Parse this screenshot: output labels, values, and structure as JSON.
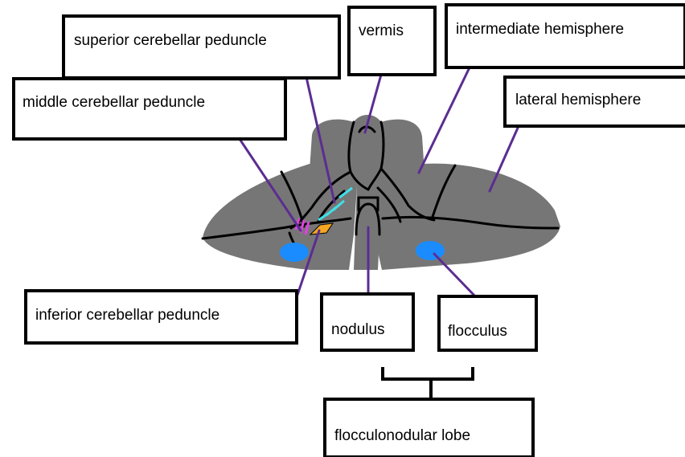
{
  "labels": {
    "superior_cerebellar_peduncle": "superior cerebellar peduncle",
    "vermis": "vermis",
    "intermediate_hemisphere": "intermediate hemisphere",
    "middle_cerebellar_peduncle": "middle cerebellar peduncle",
    "lateral_hemisphere": "lateral hemisphere",
    "inferior_cerebellar_peduncle": "inferior cerebellar peduncle",
    "nodulus": "nodulus",
    "flocculus": "flocculus",
    "flocculonodular_lobe": "flocculonodular lobe"
  },
  "colors": {
    "cerebellum_fill": "#767676",
    "outline": "#000000",
    "leader_line": "#5b2d91",
    "flocculus_fill": "#1a8cff",
    "middle_peduncle_stripe": "#e040e0",
    "superior_peduncle_stripe": "#3fe0e8",
    "inferior_peduncle_fill": "#f5a623"
  }
}
